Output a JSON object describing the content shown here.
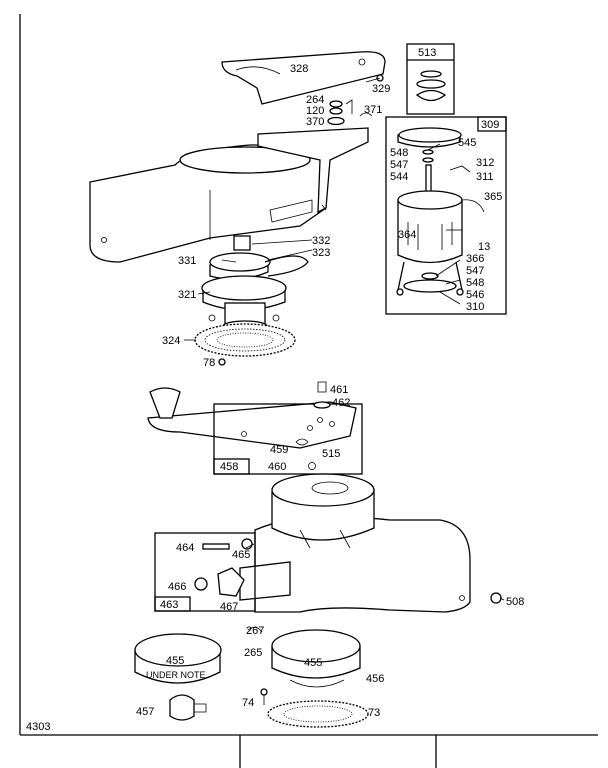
{
  "diagram": {
    "page_code": "4303",
    "parts": [
      {
        "key": "p328",
        "label": "328"
      },
      {
        "key": "p329",
        "label": "329"
      },
      {
        "key": "p264",
        "label": "264"
      },
      {
        "key": "p120",
        "label": "120"
      },
      {
        "key": "p370",
        "label": "370"
      },
      {
        "key": "p371",
        "label": "371"
      },
      {
        "key": "p332",
        "label": "332"
      },
      {
        "key": "p323",
        "label": "323"
      },
      {
        "key": "p331",
        "label": "331"
      },
      {
        "key": "p321",
        "label": "321"
      },
      {
        "key": "p324",
        "label": "324"
      },
      {
        "key": "p78",
        "label": "78"
      },
      {
        "key": "p513",
        "label": "513"
      },
      {
        "key": "p309",
        "label": "309"
      },
      {
        "key": "p545",
        "label": "545"
      },
      {
        "key": "p548a",
        "label": "548"
      },
      {
        "key": "p547a",
        "label": "547"
      },
      {
        "key": "p312",
        "label": "312"
      },
      {
        "key": "p544",
        "label": "544"
      },
      {
        "key": "p311",
        "label": "311"
      },
      {
        "key": "p365",
        "label": "365"
      },
      {
        "key": "p364",
        "label": "364"
      },
      {
        "key": "p13",
        "label": "13"
      },
      {
        "key": "p366",
        "label": "366"
      },
      {
        "key": "p547b",
        "label": "547"
      },
      {
        "key": "p548b",
        "label": "548"
      },
      {
        "key": "p546",
        "label": "546"
      },
      {
        "key": "p310",
        "label": "310"
      },
      {
        "key": "p461",
        "label": "461"
      },
      {
        "key": "p462",
        "label": "462"
      },
      {
        "key": "p459",
        "label": "459"
      },
      {
        "key": "p515",
        "label": "515"
      },
      {
        "key": "p458",
        "label": "458"
      },
      {
        "key": "p460",
        "label": "460"
      },
      {
        "key": "p464",
        "label": "464"
      },
      {
        "key": "p465",
        "label": "465"
      },
      {
        "key": "p466",
        "label": "466"
      },
      {
        "key": "p467",
        "label": "467"
      },
      {
        "key": "p463",
        "label": "463"
      },
      {
        "key": "p508",
        "label": "508"
      },
      {
        "key": "p267",
        "label": "267"
      },
      {
        "key": "p265",
        "label": "265"
      },
      {
        "key": "p455a",
        "label": "455"
      },
      {
        "key": "p455b",
        "label": "455"
      },
      {
        "key": "p456",
        "label": "456"
      },
      {
        "key": "p457",
        "label": "457"
      },
      {
        "key": "p74",
        "label": "74"
      },
      {
        "key": "p73",
        "label": "73"
      }
    ],
    "under_note": "UNDER NOTE"
  }
}
